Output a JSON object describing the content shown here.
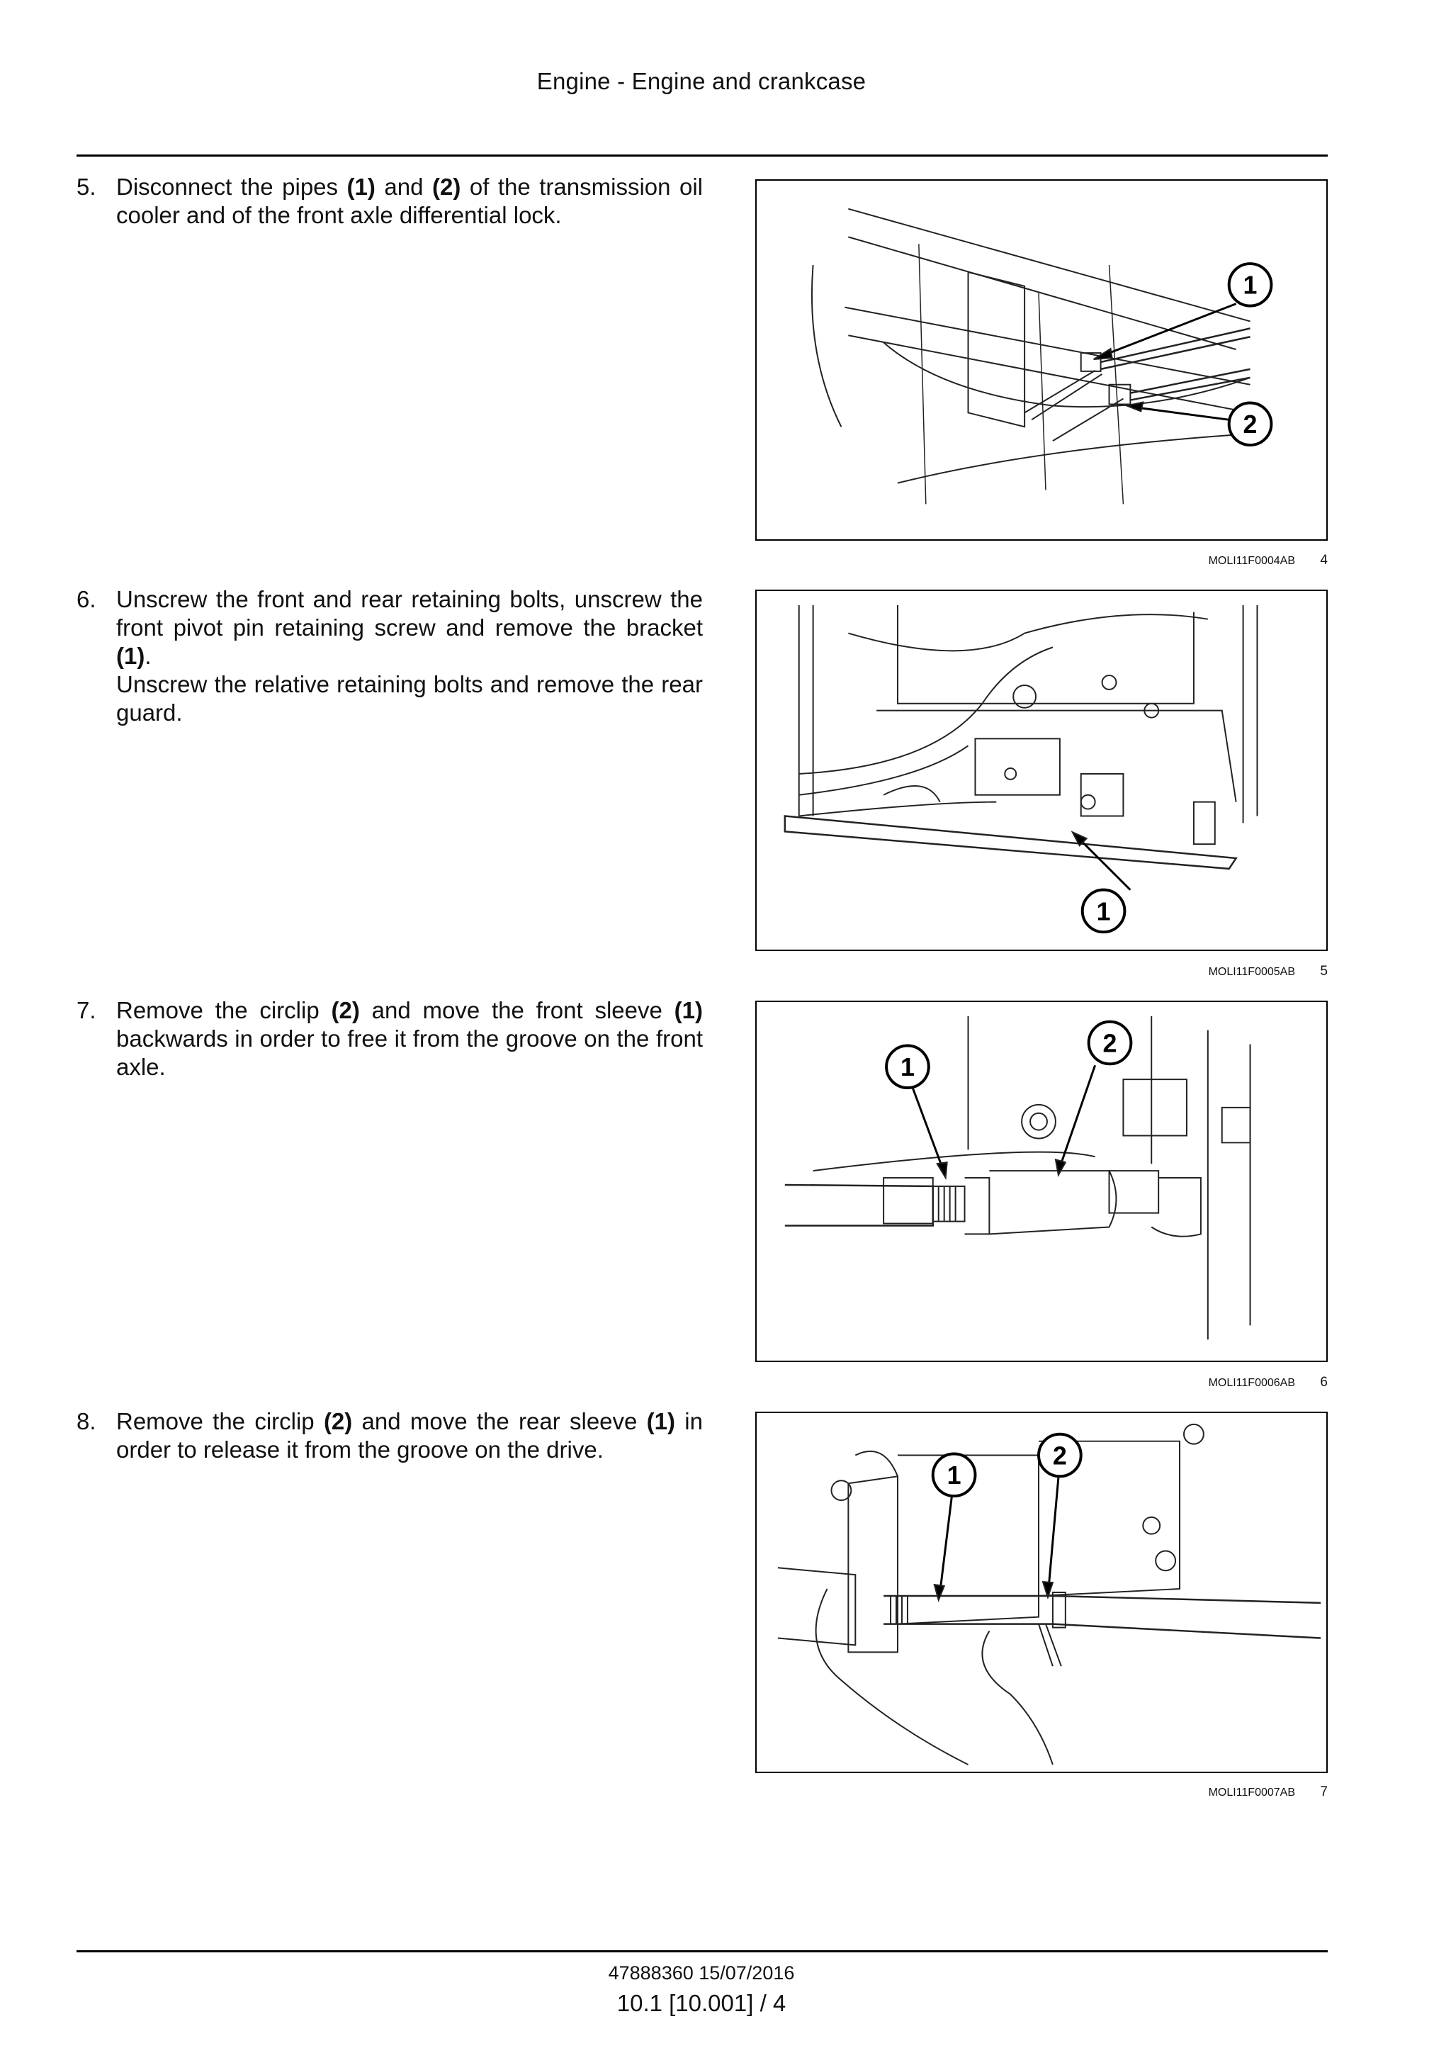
{
  "header": {
    "title": "Engine - Engine and crankcase"
  },
  "steps": [
    {
      "number": "5.",
      "line1_pre": "Disconnect the pipes ",
      "b1": "(1)",
      "mid": " and ",
      "b2": "(2)",
      "line1_post": " of the transmission oil cooler and of the front axle differential lock."
    },
    {
      "number": "6.",
      "pre": "Unscrew the front and rear retaining bolts, unscrew the front pivot pin retaining screw and remove the bracket ",
      "b1": "(1)",
      "post": ".",
      "line2": "Unscrew the relative retaining bolts and remove the rear guard."
    },
    {
      "number": "7.",
      "pre": "Remove the circlip ",
      "b2": "(2)",
      "mid": " and move the front sleeve ",
      "b1": "(1)",
      "post": " backwards in order to free it from the groove on the front axle."
    },
    {
      "number": "8.",
      "pre": "Remove the circlip ",
      "b2": "(2)",
      "mid": " and move the rear sleeve ",
      "b1": "(1)",
      "post": " in order to release it from the groove on the drive."
    }
  ],
  "figures": [
    {
      "code": "MOLI11F0004AB",
      "number": "4",
      "callouts": [
        "1",
        "2"
      ]
    },
    {
      "code": "MOLI11F0005AB",
      "number": "5",
      "callouts": [
        "1"
      ]
    },
    {
      "code": "MOLI11F0006AB",
      "number": "6",
      "callouts": [
        "1",
        "2"
      ]
    },
    {
      "code": "MOLI11F0007AB",
      "number": "7",
      "callouts": [
        "1",
        "2"
      ]
    }
  ],
  "footer": {
    "doc_ref": "47888360 15/07/2016",
    "page_ref": "10.1 [10.001] / 4"
  }
}
